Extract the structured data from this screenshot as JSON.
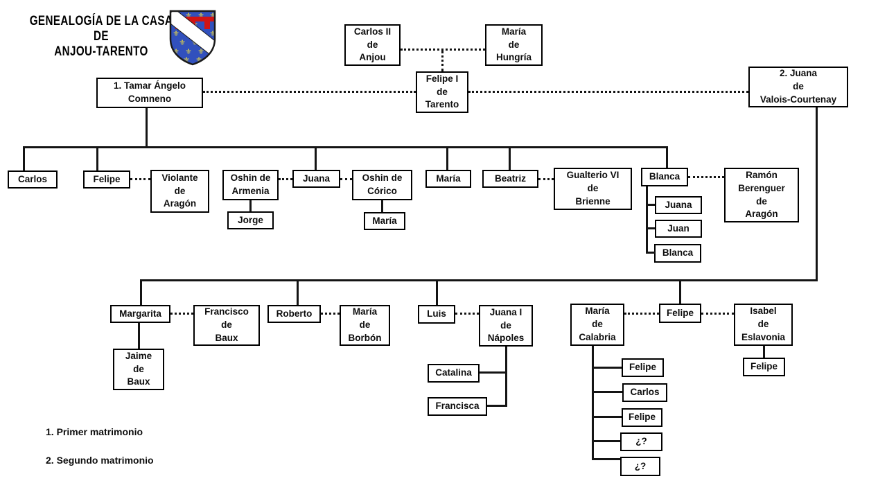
{
  "title": "GENEALOGÍA  DE LA CASA DE\nANJOU-TARENTO",
  "crest": {
    "name": "anjou-tarento-coat-of-arms",
    "colors": {
      "field_blue": "#3150bd",
      "fleur_gold": "#e4d545",
      "label_red": "#d11414",
      "bend_white": "#ffffff",
      "outline": "#1a1a1a"
    }
  },
  "legend": {
    "item1": "1. Primer matrimonio",
    "item2": "2. Segundo matrimonio"
  },
  "people": {
    "carlos_ii": "Carlos II\nde\nAnjou",
    "maria_hungria": "María\nde\nHungría",
    "felipe_i": "Felipe I\nde\nTarento",
    "tamar": "1. Tamar Ángelo\nComneno",
    "juana_valois": "2. Juana\nde\nValois-Courtenay",
    "m1_carlos": "Carlos",
    "m1_felipe": "Felipe",
    "violante": "Violante\nde\nAragón",
    "oshin_armenia": "Oshin de\nArmenia",
    "jorge": "Jorge",
    "m1_juana": "Juana",
    "oshin_corico": "Oshin de\nCórico",
    "maria_corico": "María",
    "m1_maria": "María",
    "beatriz": "Beatriz",
    "gualterio": "Gualterio VI\nde\nBrienne",
    "blanca": "Blanca",
    "ramon": "Ramón\nBerenguer\nde\nAragón",
    "blanca_juana": "Juana",
    "blanca_juan": "Juan",
    "blanca_blanca": "Blanca",
    "margarita": "Margarita",
    "francisco_baux": "Francisco\nde\nBaux",
    "jaime_baux": "Jaime\nde\nBaux",
    "roberto": "Roberto",
    "maria_borbon": "María\nde\nBorbón",
    "luis": "Luis",
    "juana_napoles": "Juana I\nde\nNápoles",
    "catalina": "Catalina",
    "francisca": "Francisca",
    "maria_calabria": "María\nde\nCalabria",
    "m2_felipe": "Felipe",
    "isabel": "Isabel\nde\nEslavonia",
    "isabel_felipe": "Felipe",
    "mc_felipe1": "Felipe",
    "mc_carlos": "Carlos",
    "mc_felipe2": "Felipe",
    "mc_q1": "¿?",
    "mc_q2": "¿?"
  }
}
